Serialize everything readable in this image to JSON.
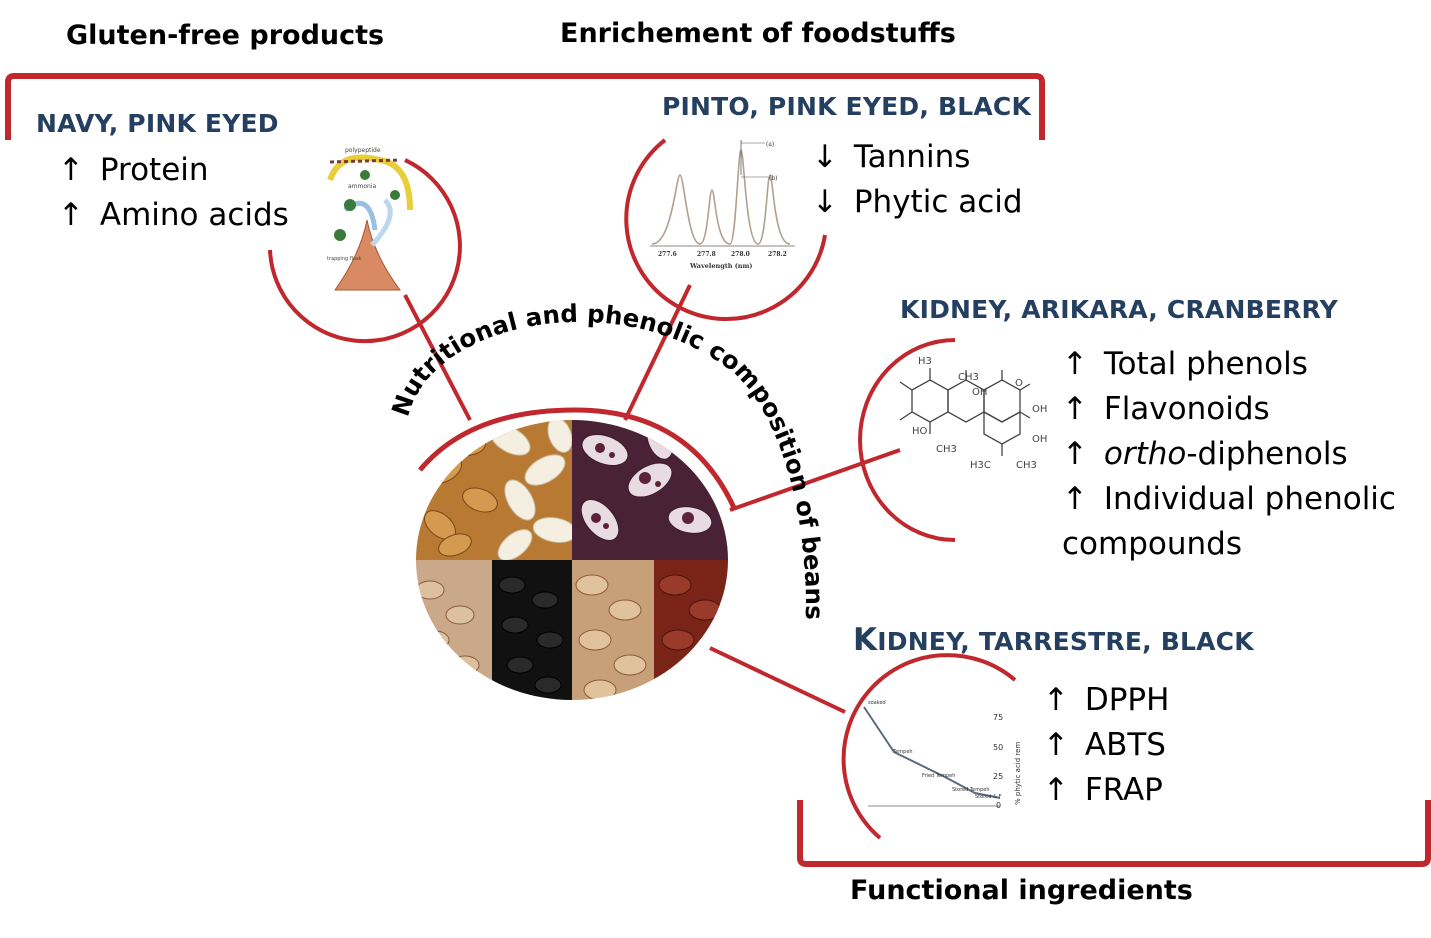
{
  "headings": {
    "gluten_free": "Gluten-free products",
    "enrichment": "Enrichement of foodstuffs",
    "functional": "Functional ingredients"
  },
  "center": {
    "title": "Nutritional and phenolic composition of beans"
  },
  "groups": {
    "top_left": {
      "beans": [
        "NAVY",
        "PINK EYED"
      ],
      "items": [
        {
          "arrow": "↑",
          "text": "Protein"
        },
        {
          "arrow": "↑",
          "text": "Amino acids"
        }
      ]
    },
    "top_right": {
      "beans": [
        "PINTO",
        "PINK EYED",
        "BLACK"
      ],
      "items": [
        {
          "arrow": "↓",
          "text": "Tannins"
        },
        {
          "arrow": "↓",
          "text": "Phytic acid"
        }
      ]
    },
    "middle_right": {
      "beans": [
        "KIDNEY",
        "ARIKARA",
        "CRANBERRY"
      ],
      "items": [
        {
          "arrow": "↑",
          "text": "Total phenols"
        },
        {
          "arrow": "↑",
          "text": "Flavonoids"
        },
        {
          "arrow": "↑",
          "text_italic": "ortho",
          "text": "-diphenols"
        },
        {
          "arrow": "↑",
          "text": "Individual phenolic"
        },
        {
          "arrow": "",
          "text": "compounds"
        }
      ]
    },
    "bottom_right": {
      "beans": [
        "KIDNEY",
        "TARRESTRE",
        "BLACK"
      ],
      "items": [
        {
          "arrow": "↑",
          "text": "DPPH"
        },
        {
          "arrow": "↑",
          "text": "ABTS"
        },
        {
          "arrow": "↑",
          "text": "FRAP"
        }
      ]
    }
  },
  "spectrum_axis": {
    "ticks": [
      "277.6",
      "277.8",
      "278.0",
      "278.2"
    ],
    "xlabel": "Wavelength (nm)",
    "peak_labels": [
      "(a)",
      "(b)"
    ]
  },
  "phytic_chart": {
    "yticks": [
      "75",
      "50",
      "25",
      "0"
    ],
    "ylabel": "% phytic acid rem",
    "point_labels": [
      "soaked",
      "Tempeh",
      "Fried Tempeh",
      "Stored Tempeh",
      "Stored & F"
    ]
  },
  "chemical_structure": {
    "atom_labels": [
      "H3",
      "CH3",
      "OH",
      "O",
      "OH",
      "OH",
      "HO",
      "CH3",
      "H3C",
      "CH3"
    ]
  },
  "protein_sketch": {
    "labels": [
      "polypeptide",
      "ammonia",
      "trapping flask"
    ]
  },
  "colors": {
    "accent_red": "#c0282d",
    "bean_label_blue": "#243f60"
  }
}
